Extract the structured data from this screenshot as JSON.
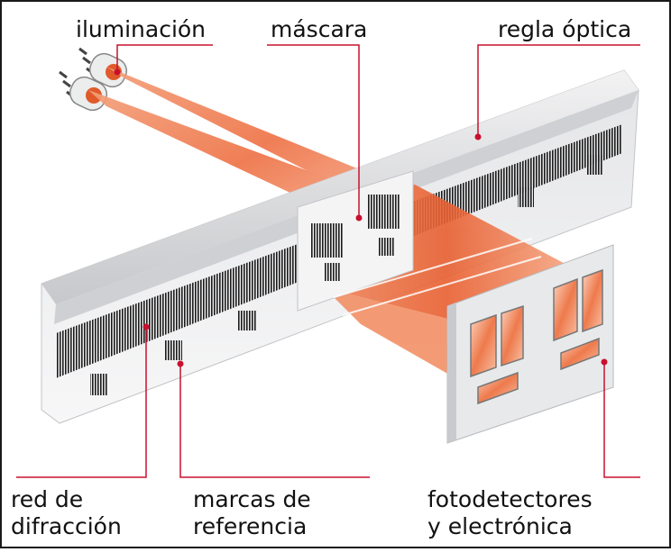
{
  "labels": {
    "illumination": "iluminación",
    "mask": "máscara",
    "scale": "regla óptica",
    "grating_line1": "red de",
    "grating_line2": "difracción",
    "ref_line1": "marcas de",
    "ref_line2": "referencia",
    "detectors_line1": "fotodetectores",
    "detectors_line2": "y electrónica"
  },
  "colors": {
    "leader": "#c8102e",
    "beam": "#ef7d55",
    "metal": "#d9dadc",
    "border": "#1a1a1a"
  }
}
